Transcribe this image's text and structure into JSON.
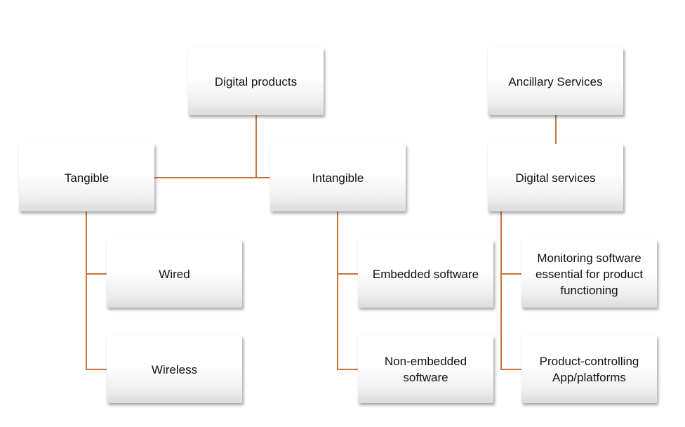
{
  "colors": {
    "connector": "#c5743f",
    "box_top": "#ffffff",
    "box_bottom": "#dcdcdc",
    "text": "#111111"
  },
  "nodes": {
    "digital_products": "Digital products",
    "ancillary_services": "Ancillary Services",
    "tangible": "Tangible",
    "intangible": "Intangible",
    "digital_services": "Digital services",
    "wired": "Wired",
    "wireless": "Wireless",
    "embedded_software": "Embedded software",
    "non_embedded_software": "Non-embedded\nsoftware",
    "monitoring_software": "Monitoring software\nessential for product\nfunctioning",
    "product_controlling": "Product-controlling\nApp/platforms"
  }
}
